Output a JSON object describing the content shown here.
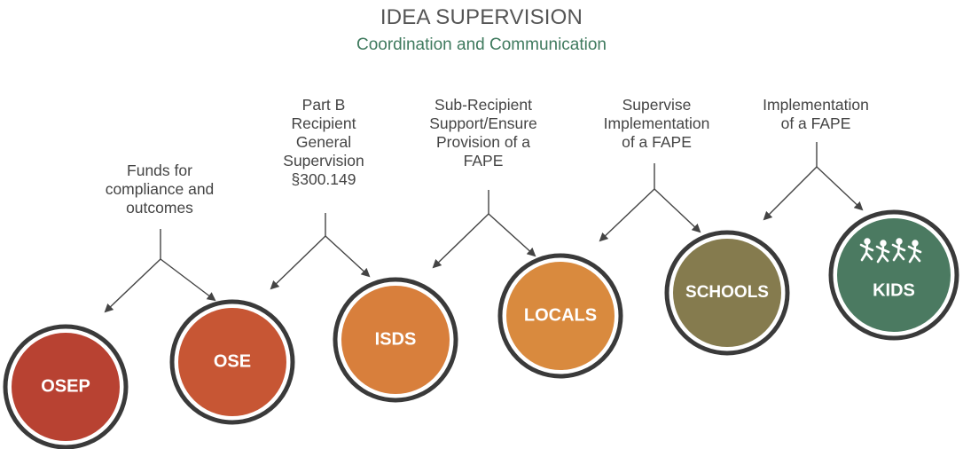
{
  "header": {
    "title": "IDEA SUPERVISION",
    "subtitle": "Coordination and Communication"
  },
  "labels": [
    "Funds for\ncompliance and\noutcomes",
    "Part B\nRecipient\nGeneral\nSupervision\n§300.149",
    "Sub-Recipient\nSupport/Ensure\nProvision of a\nFAPE",
    "Supervise\nImplementation\nof a FAPE",
    "Implementation\nof a FAPE"
  ],
  "nodes": [
    {
      "label": "OSEP",
      "color": "#b84232"
    },
    {
      "label": "OSE",
      "color": "#c75634"
    },
    {
      "label": "ISDS",
      "color": "#d87f3c"
    },
    {
      "label": "LOCALS",
      "color": "#d98a3e"
    },
    {
      "label": "SCHOOLS",
      "color": "#857b4e"
    },
    {
      "label": "KIDS",
      "color": "#4b7a61",
      "icon": "running-kids-icon"
    }
  ]
}
